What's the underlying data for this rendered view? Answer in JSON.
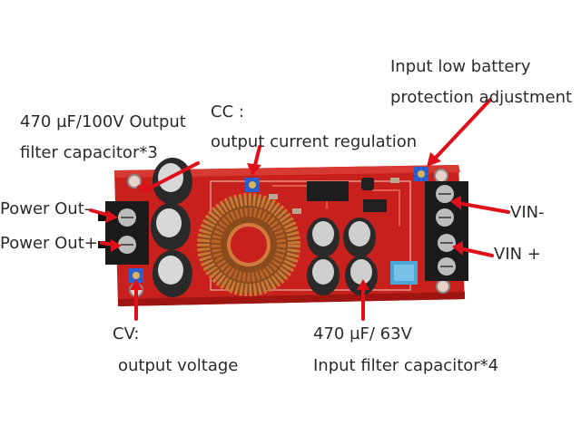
{
  "labels": {
    "input_low_battery_1": "Input low battery",
    "input_low_battery_2": "protection adjustment",
    "cc_1": "CC :",
    "cc_2": "output current regulation",
    "out_cap_1": "470 µF/100V Output",
    "out_cap_2": "filter capacitor*3",
    "power_out_minus": "Power Out-",
    "power_out_plus": "Power Out+",
    "vin_minus": "VIN-",
    "vin_plus": "VIN +",
    "cv_1": "CV:",
    "cv_2": "output voltage",
    "in_cap_1": "470 µF/ 63V",
    "in_cap_2": "Input filter capacitor*4"
  },
  "colors": {
    "pcb": "#c8201c",
    "pcb_dark": "#9e1512",
    "arrow": "#e0101a",
    "text": "#2b2b2b",
    "terminal": "#1b1b1b",
    "trimmer": "#2a5fd0",
    "copper": "#b8642a",
    "capacitor": "#2a2a2a"
  }
}
